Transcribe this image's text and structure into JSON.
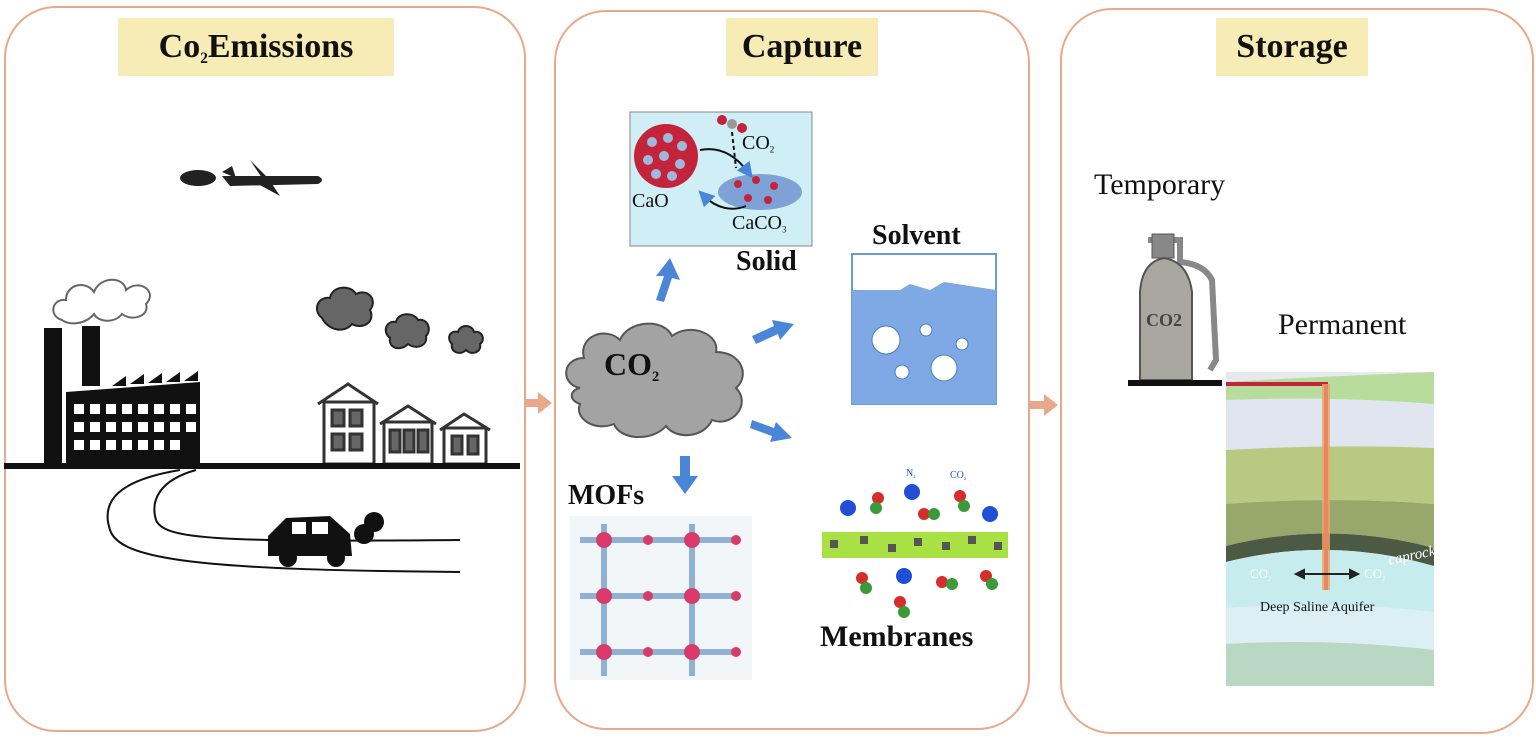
{
  "panels": {
    "emissions": {
      "title_main": "Co",
      "title_sub": "2",
      "title_rest": "Emissions"
    },
    "capture": {
      "title": "Capture",
      "cloud_main": "CO",
      "cloud_sub": "2",
      "solid": {
        "label": "Solid",
        "cao": "CaO",
        "caco": "CaCO",
        "caco_sub": "3",
        "co2": "CO",
        "co2_sub": "2"
      },
      "solvent": {
        "label": "Solvent"
      },
      "mofs": {
        "label": "MOFs"
      },
      "membranes": {
        "label": "Membranes",
        "n2": "N",
        "n2_sub": "2",
        "co2": "CO",
        "co2_sub": "2"
      }
    },
    "storage": {
      "title": "Storage",
      "temporary": "Temporary",
      "cylinder_text": "CO2",
      "permanent": "Permanent",
      "caprock": "caprock",
      "co2_left": "CO",
      "co2_left_sub": "2",
      "co2_right": "CO",
      "co2_right_sub": "2",
      "aquifer": "Deep Saline Aquifer"
    }
  },
  "colors": {
    "panel_border": "#e8a98a",
    "title_bg": "#f7ecb5",
    "arrow": "#e8a98a",
    "capture_arrow": "#4a86d8"
  }
}
